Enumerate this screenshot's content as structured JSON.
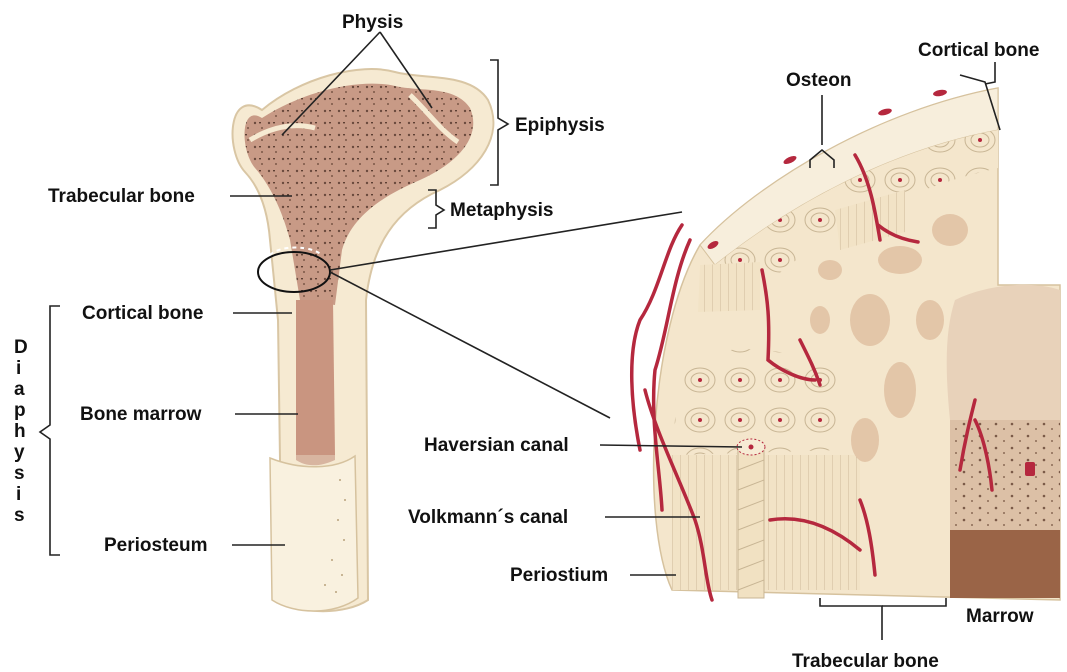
{
  "labels": {
    "physis": "Physis",
    "epiphysis": "Epiphysis",
    "metaphysis": "Metaphysis",
    "trabecular_bone_left": "Trabecular bone",
    "cortical_bone_left": "Cortical bone",
    "bone_marrow": "Bone marrow",
    "periosteum": "Periosteum",
    "diaphysis": [
      "D",
      "i",
      "a",
      "p",
      "h",
      "y",
      "s",
      "i",
      "s"
    ],
    "osteon": "Osteon",
    "cortical_bone_right": "Cortical bone",
    "haversian_canal": "Haversian canal",
    "volkmanns_canal": "Volkmann´s canal",
    "periostium": "Periostium",
    "marrow": "Marrow",
    "trabecular_bone_right": "Trabecular bone"
  },
  "colors": {
    "bone_outer": "#f6ead2",
    "spongy": "#c89a86",
    "marrow": "#c99580",
    "vessel": "#b5283e",
    "dark_marrow": "#9a6447"
  }
}
